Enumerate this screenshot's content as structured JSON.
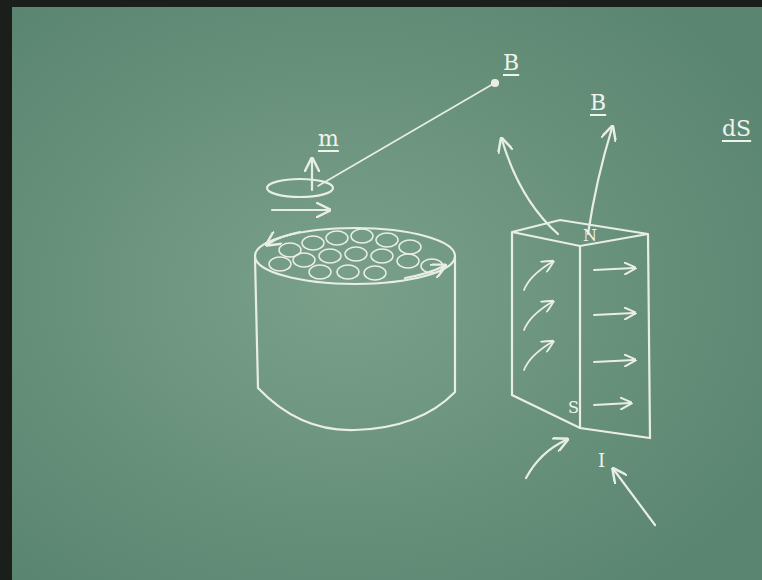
{
  "diagram": {
    "labels": [
      "B",
      "m",
      "B",
      "N",
      "S",
      "I",
      "dS"
    ]
  }
}
